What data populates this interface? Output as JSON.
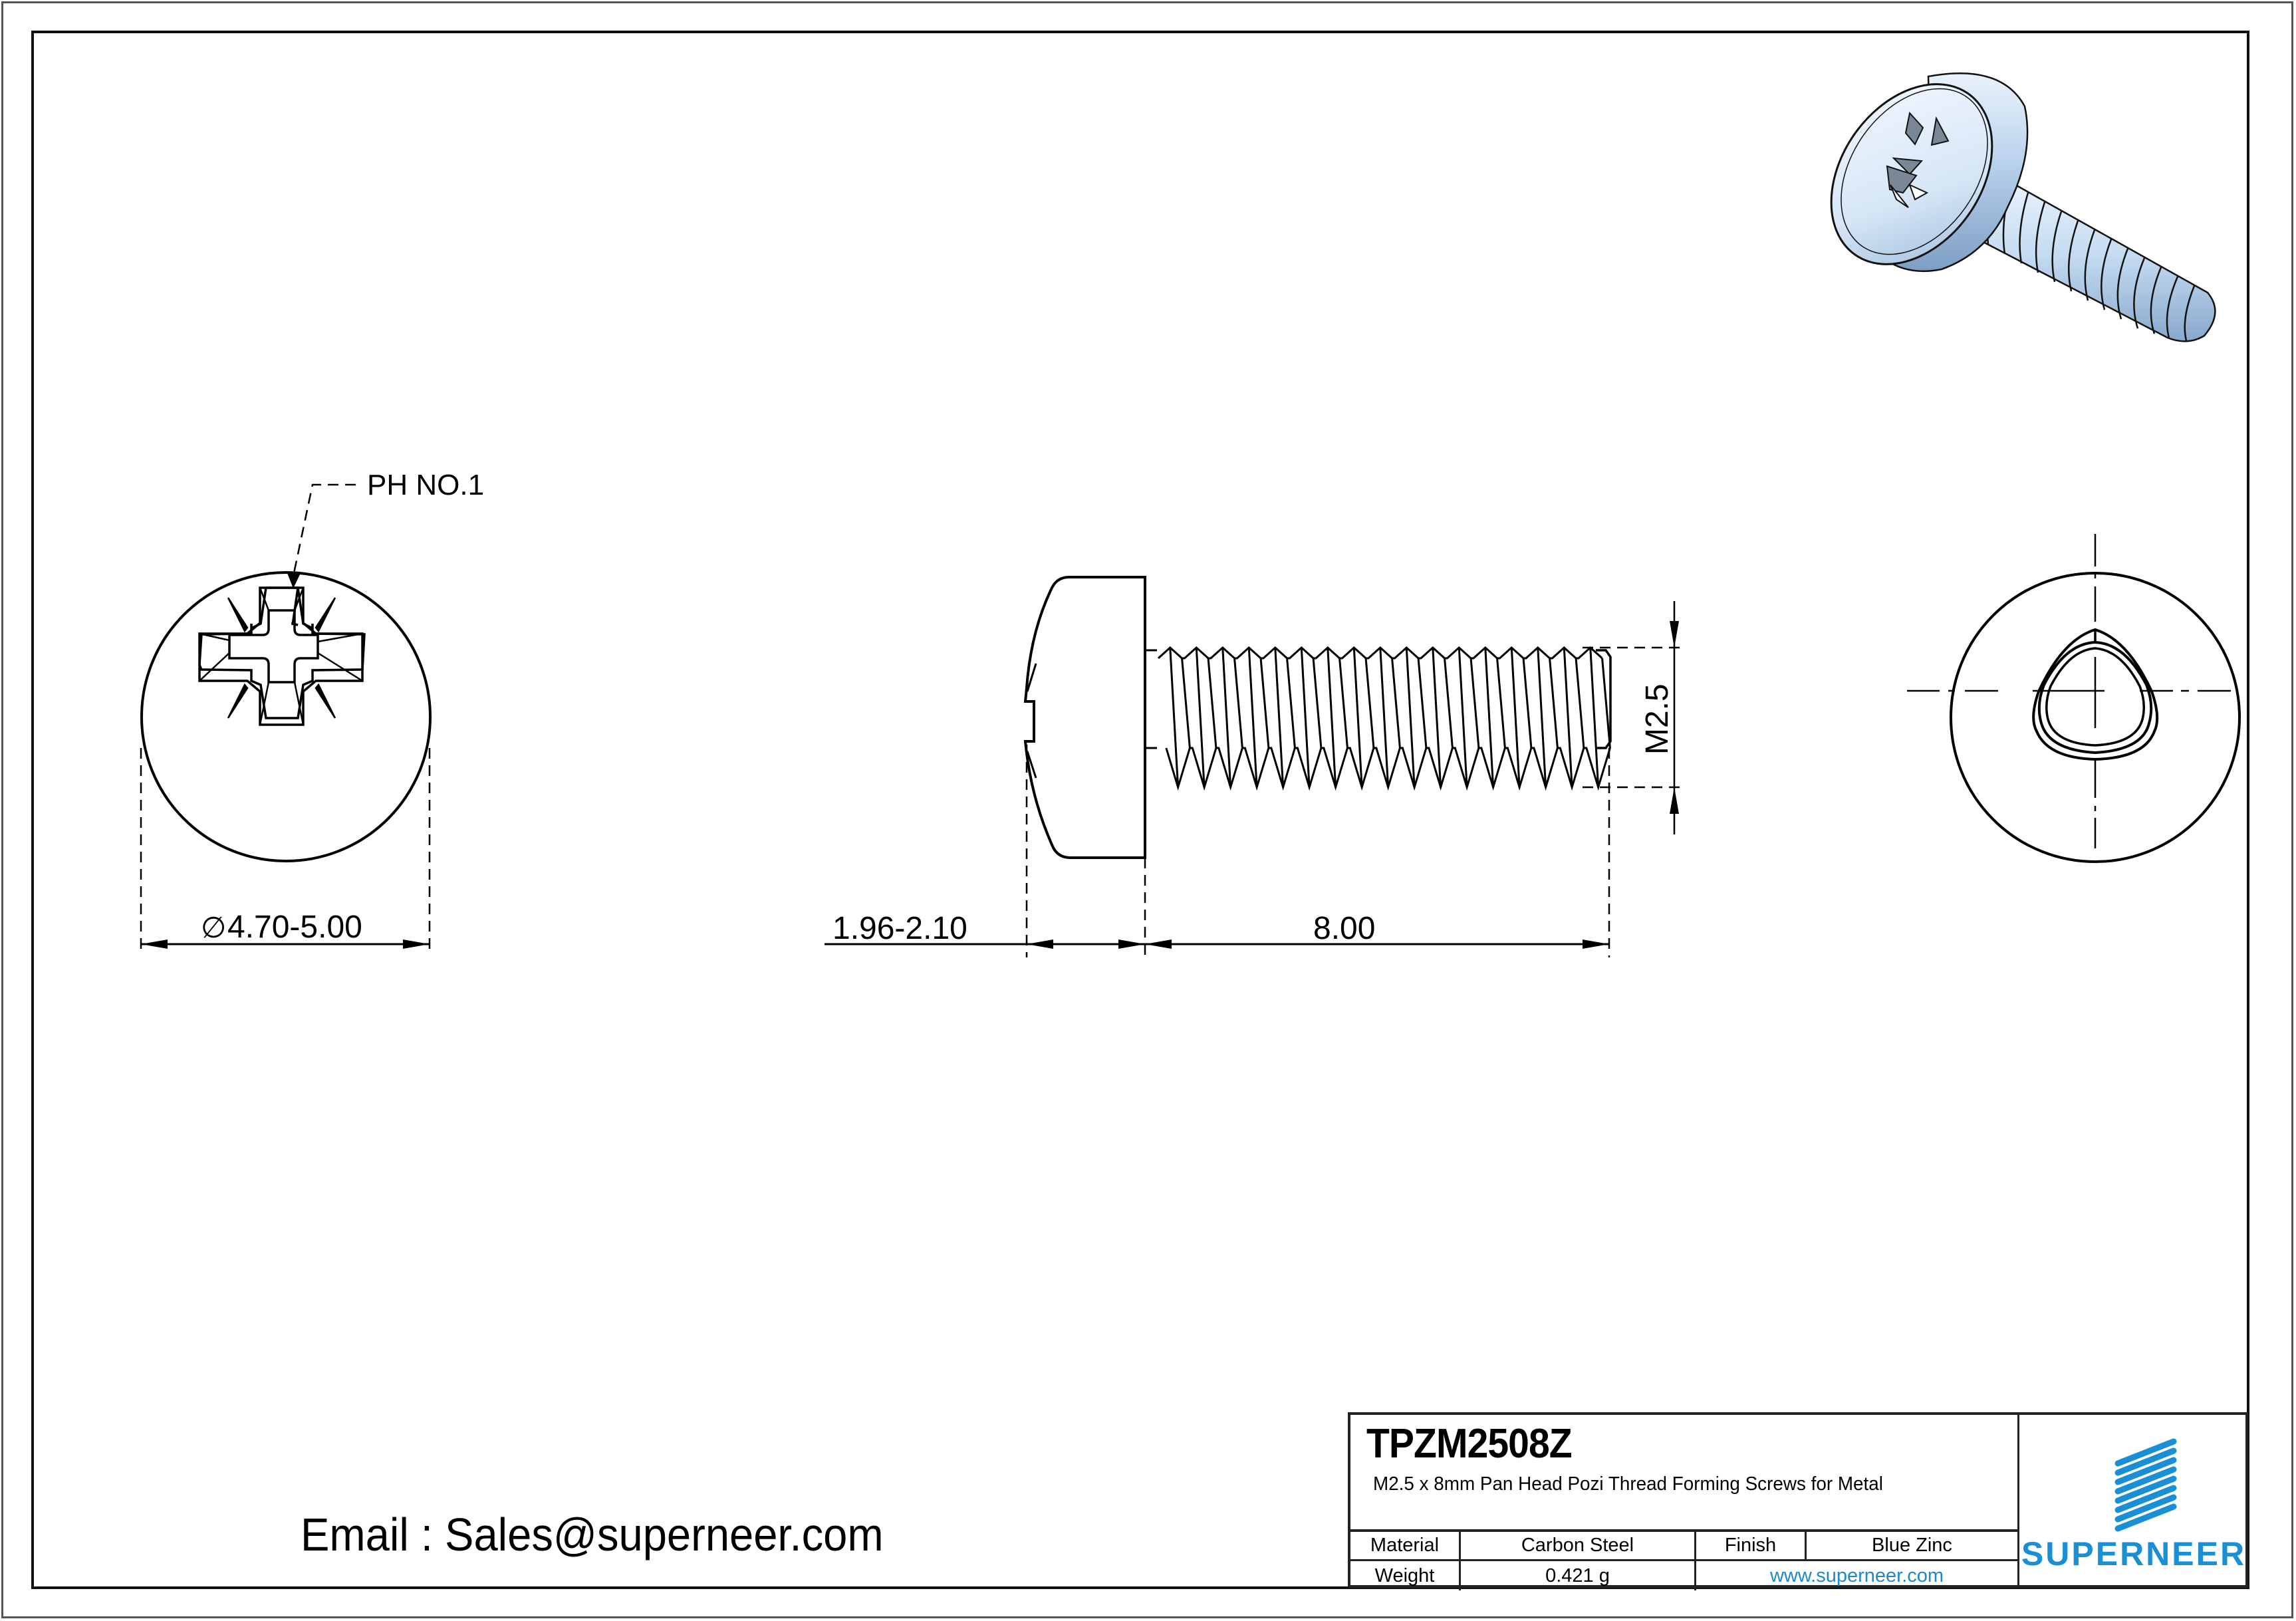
{
  "drawing": {
    "title_block": {
      "part_code": "TPZM2508Z",
      "description": "M2.5 x 8mm Pan Head Pozi Thread Forming Screws for Metal",
      "rows": [
        {
          "label": "Material",
          "value": "Carbon Steel",
          "label2": "Finish",
          "value2": "Blue Zinc"
        },
        {
          "label": "Weight",
          "value": "0.421 g",
          "link": "www.superneer.com"
        }
      ],
      "brand": "SUPERNEER",
      "brand_color": "#1a8fd6"
    },
    "contact": {
      "email_text": "Email : Sales@superneer.com"
    },
    "annotations": {
      "drive_callout": "PH NO.1",
      "head_diameter": "4.70-5.00",
      "diameter_symbol": "∅",
      "head_height": "1.96-2.10",
      "length": "8.00",
      "thread_size": "M2.5"
    },
    "views": [
      {
        "name": "top-view",
        "label": "Pozi drive head view"
      },
      {
        "name": "side-view",
        "label": "Side elevation"
      },
      {
        "name": "end-view",
        "label": "Trilobular end view"
      },
      {
        "name": "isometric-view",
        "label": "3D isometric render (blue zinc)"
      }
    ],
    "colors": {
      "line": "#000000",
      "thread_highlight": "#1f6fa0",
      "zinc_light": "#e4f0fb",
      "zinc_mid": "#a9c8e6",
      "zinc_dark": "#6f93b8",
      "link": "#1e88c8"
    }
  }
}
